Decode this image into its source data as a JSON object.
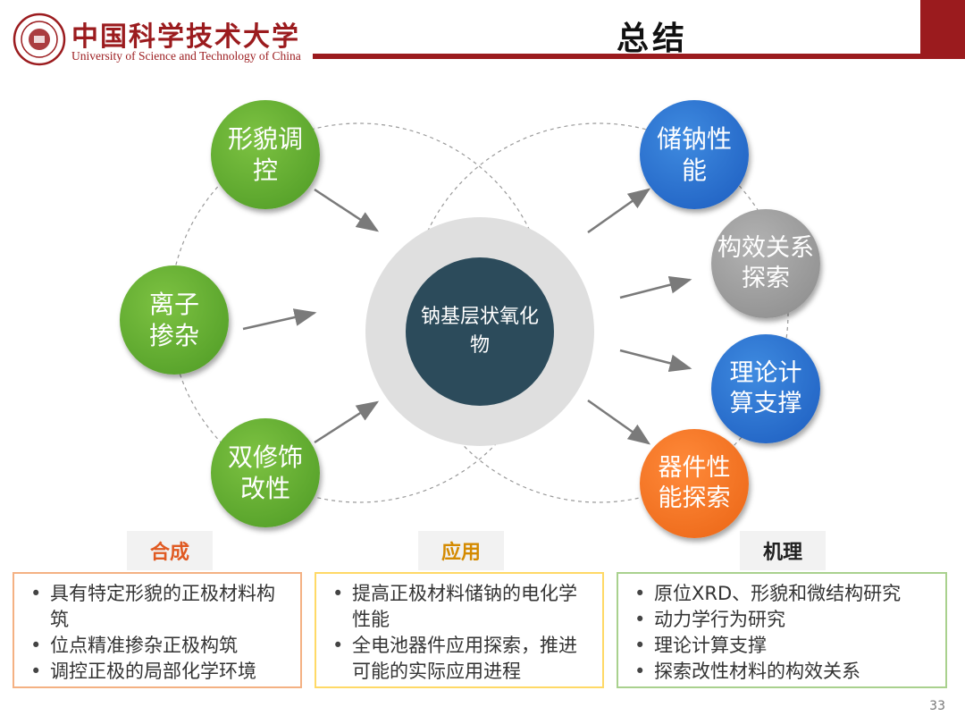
{
  "header": {
    "university_cn": "中国科学技术大学",
    "university_en": "University of Science and Technology of China",
    "title": "总结"
  },
  "center": {
    "label": "钠基层状氧化物"
  },
  "left_nodes": [
    {
      "label": "形貌调控",
      "color": "#5aa832"
    },
    {
      "label": "离子掺杂",
      "color": "#5aa832"
    },
    {
      "label": "双修饰改性",
      "color": "#5aa832"
    }
  ],
  "right_nodes": [
    {
      "label": "储钠性能",
      "color": "#2f72d0"
    },
    {
      "label": "构效关系探索",
      "color": "#9e9e9e"
    },
    {
      "label": "理论计算支撑",
      "color": "#2f72d0"
    },
    {
      "label": "器件性能探索",
      "color": "#f07320"
    }
  ],
  "sections": [
    {
      "title": "合成",
      "color": "#e05a22",
      "border": "#f4b183",
      "items": [
        "具有特定形貌的正极材料构筑",
        "位点精准掺杂正极构筑",
        "调控正极的局部化学环境"
      ]
    },
    {
      "title": "应用",
      "color": "#d48a00",
      "border": "#ffd966",
      "items": [
        "提高正极材料储钠的电化学性能",
        "全电池器件应用探索，推进可能的实际应用进程"
      ]
    },
    {
      "title": "机理",
      "color": "#1f1f1f",
      "border": "#a9d18e",
      "items": [
        "原位XRD、形貌和微结构研究",
        "动力学行为研究",
        "理论计算支撑",
        "探索改性材料的构效关系"
      ]
    }
  ],
  "page_number": "33"
}
